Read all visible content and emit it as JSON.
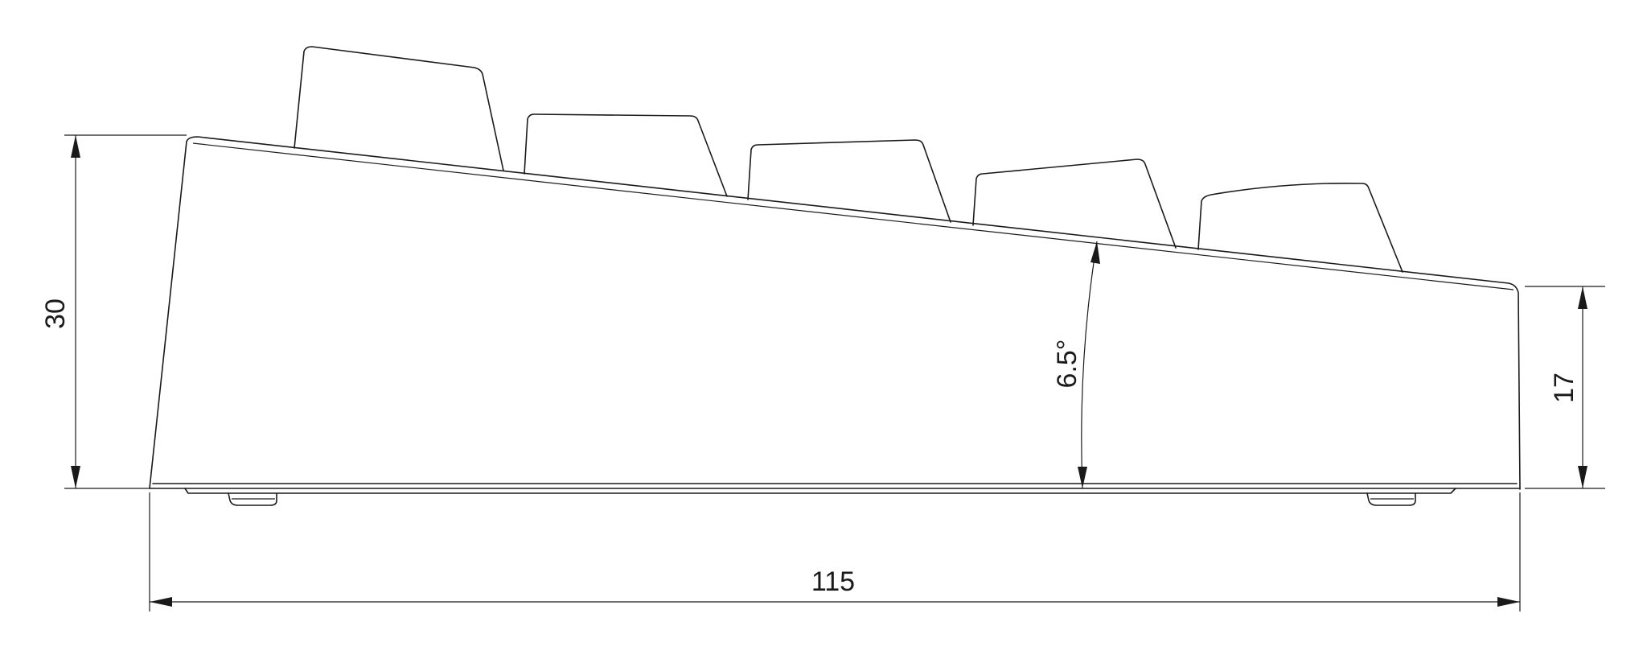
{
  "dimensions": {
    "rear_height": {
      "value": "30"
    },
    "front_height": {
      "value": "17"
    },
    "length": {
      "value": "115"
    },
    "tilt_angle": {
      "value": "6.5°"
    }
  },
  "keycap_rows": 5,
  "colors": {
    "line": "#1a1a1a",
    "background": "#ffffff"
  }
}
